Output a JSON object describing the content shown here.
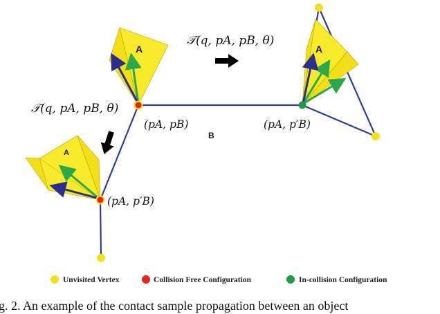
{
  "figure": {
    "object_label_large_left": "A",
    "object_label_large_right": "A",
    "object_label_small": "A",
    "obstacle_label": "B",
    "transform_top": "𝒯(q, pA, pB, θ)",
    "transform_left": "𝒯(q, pA, pB, θ)",
    "config_center": "(pA, pB)",
    "config_right": "(pA, p′B)",
    "config_bottom": "(pA, p′B)"
  },
  "legend": {
    "unvisited": "Unvisited Vertex",
    "collision_free": "Collision Free Configuration",
    "in_collision": "In-collision Configuration"
  },
  "caption": "g. 2.    An example of the contact sample propagation between an object",
  "colors": {
    "edge": "#2e3a9e",
    "unvisited": "#f2e21e",
    "collision_free": "#e5231b",
    "in_collision": "#1f9a4a",
    "object_fill": "#f5e61c",
    "green_arrow": "#2aa84a",
    "blue_arrow": "#2a2f8f"
  }
}
